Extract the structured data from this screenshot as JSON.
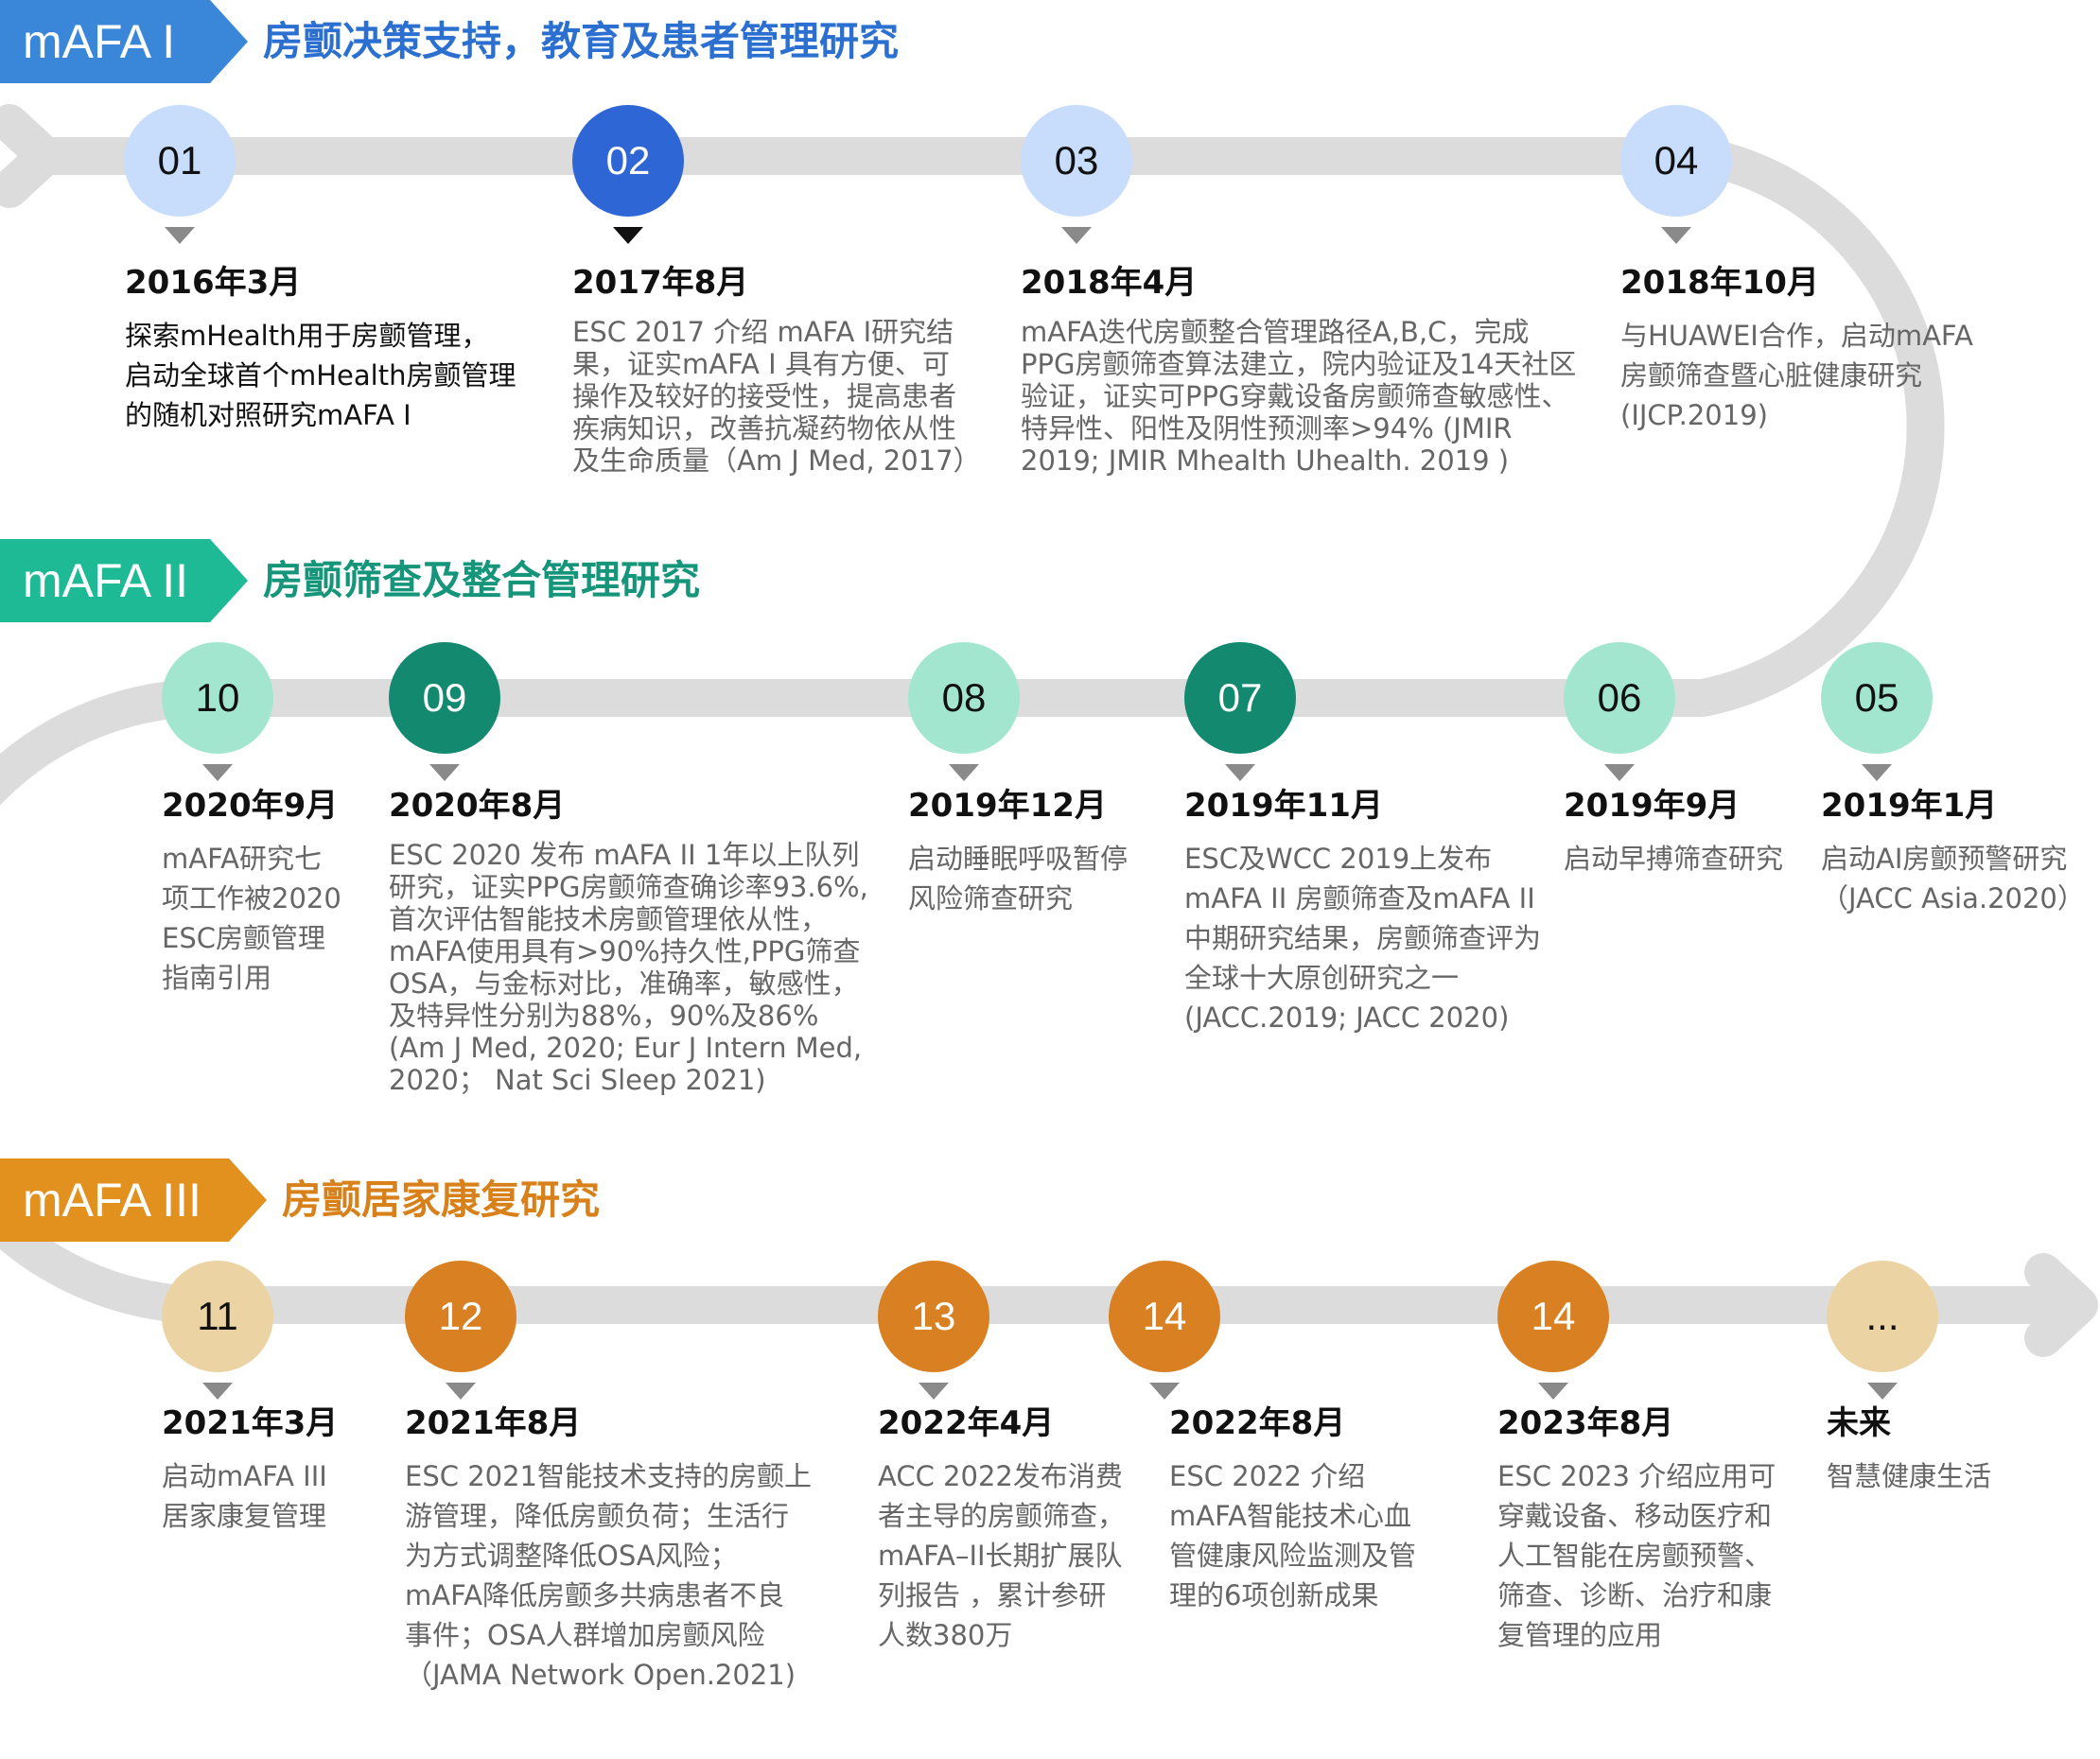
{
  "colors": {
    "track": "#dcdcdc",
    "phase1": "#3a86d8",
    "phase1_text": "#2b6fd0",
    "phase2": "#1dba95",
    "phase2_text": "#15957a",
    "phase3": "#e2911f",
    "phase3_text": "#d8811b"
  },
  "phases": [
    {
      "label": "mAFA I",
      "title": "房颤决策支持，教育及患者管理研究"
    },
    {
      "label": "mAFA II",
      "title": "房颤筛查及整合管理研究"
    },
    {
      "label": "mAFA III",
      "title": "房颤居家康复研究"
    }
  ],
  "milestones": [
    {
      "num": "01",
      "date": "2016年3月",
      "desc": "探索mHealth用于房颤管理，\n启动全球首个mHealth房颤管理\n的随机对照研究mAFA I"
    },
    {
      "num": "02",
      "date": "2017年8月",
      "desc": "ESC 2017 介绍 mAFA I研究结\n果，证实mAFA I 具有方便、可\n操作及较好的接受性，提高患者\n疾病知识，改善抗凝药物依从性\n及生命质量（Am J Med, 2017）"
    },
    {
      "num": "03",
      "date": "2018年4月",
      "desc": "mAFA迭代房颤整合管理路径A,B,C，完成\nPPG房颤筛查算法建立，院内验证及14天社区\n验证，证实可PPG穿戴设备房颤筛查敏感性、\n特异性、阳性及阴性预测率>94% (JMIR\n2019; JMIR Mhealth Uhealth. 2019 )"
    },
    {
      "num": "04",
      "date": "2018年10月",
      "desc": "与HUAWEI合作，启动mAFA\n房颤筛查暨心脏健康研究\n(IJCP.2019)"
    },
    {
      "num": "05",
      "date": "2019年1月",
      "desc": "启动AI房颤预警研究\n（JACC Asia.2020）"
    },
    {
      "num": "06",
      "date": "2019年9月",
      "desc": "启动早搏筛查研究"
    },
    {
      "num": "07",
      "date": "2019年11月",
      "desc": "ESC及WCC 2019上发布\nmAFA II 房颤筛查及mAFA II\n中期研究结果，房颤筛查评为\n全球十大原创研究之一\n(JACC.2019; JACC 2020)"
    },
    {
      "num": "08",
      "date": "2019年12月",
      "desc": "启动睡眠呼吸暂停\n风险筛查研究"
    },
    {
      "num": "09",
      "date": "2020年8月",
      "desc": "ESC 2020 发布 mAFA II 1年以上队列\n研究，证实PPG房颤筛查确诊率93.6%,\n首次评估智能技术房颤管理依从性，\nmAFA使用具有>90%持久性,PPG筛查\nOSA，与金标对比，准确率，敏感性，\n及特异性分别为88%，90%及86%\n(Am J Med, 2020; Eur J Intern Med,\n2020； Nat Sci Sleep 2021)"
    },
    {
      "num": "10",
      "date": "2020年9月",
      "desc": "mAFA研究七\n项工作被2020\nESC房颤管理\n指南引用"
    },
    {
      "num": "11",
      "date": "2021年3月",
      "desc": "启动mAFA III\n居家康复管理"
    },
    {
      "num": "12",
      "date": "2021年8月",
      "desc": "ESC 2021智能技术支持的房颤上\n游管理，降低房颤负荷；生活行\n为方式调整降低OSA风险；\nmAFA降低房颤多共病患者不良\n事件；OSA人群增加房颤风险\n（JAMA Network Open.2021)"
    },
    {
      "num": "13",
      "date": "2022年4月",
      "desc": "ACC 2022发布消费\n者主导的房颤筛查，\nmAFA–II长期扩展队\n列报告 ，累计参研\n人数380万"
    },
    {
      "num": "14",
      "date": "2022年8月",
      "desc": "ESC 2022 介绍\nmAFA智能技术心血\n管健康风险监测及管\n理的6项创新成果"
    },
    {
      "num": "14",
      "date": "2023年8月",
      "desc": "ESC 2023 介绍应用可\n穿戴设备、移动医疗和\n人工智能在房颤预警、\n筛查、诊断、治疗和康\n复管理的应用"
    },
    {
      "num": "...",
      "date": "未来",
      "desc": "智慧健康生活"
    }
  ]
}
